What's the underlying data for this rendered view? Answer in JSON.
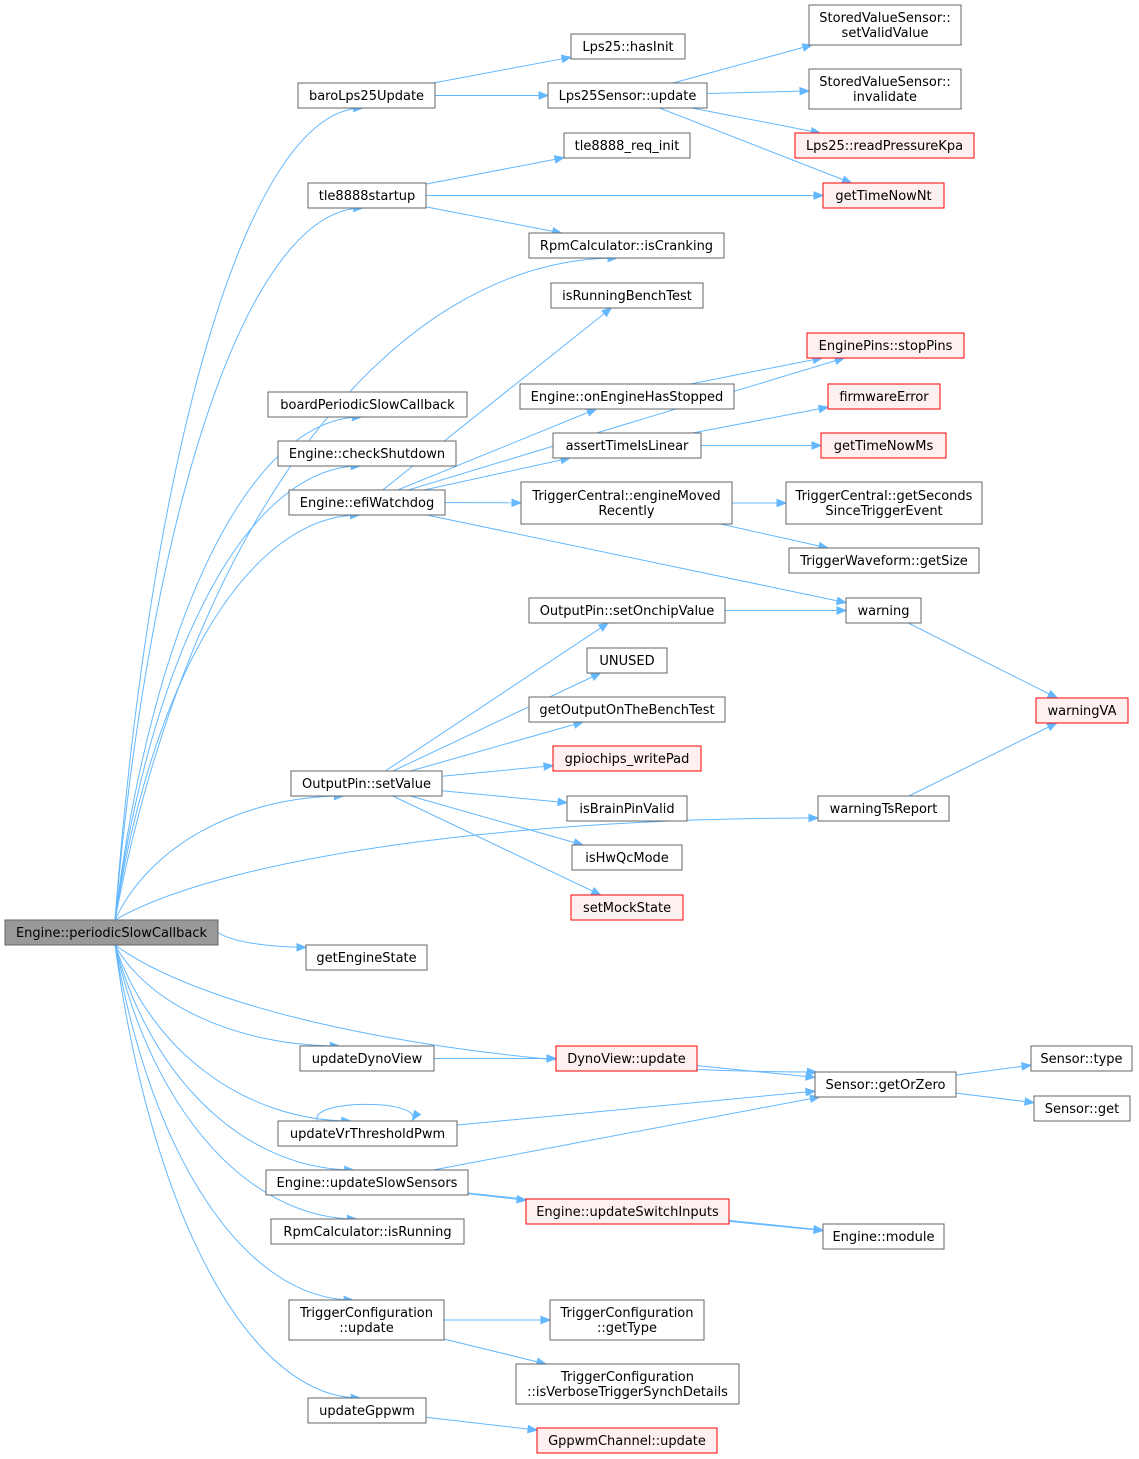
{
  "colors": {
    "edge": "#63b8ff",
    "node_border": "#666666",
    "node_fill": "#ffffff",
    "root_fill": "#999999",
    "undocumented_border": "#ff0000",
    "undocumented_fill": "#fff0f0"
  },
  "nodes": {
    "root": {
      "lines": [
        "Engine::periodicSlowCallback"
      ],
      "style": "root"
    },
    "baroLps25Update": {
      "lines": [
        "baroLps25Update"
      ],
      "style": "normal"
    },
    "lps25hasInit": {
      "lines": [
        "Lps25::hasInit"
      ],
      "style": "normal"
    },
    "lps25SensorUpdate": {
      "lines": [
        "Lps25Sensor::update"
      ],
      "style": "normal"
    },
    "storedSetValid": {
      "lines": [
        "StoredValueSensor::",
        "setValidValue"
      ],
      "style": "normal"
    },
    "storedInvalidate": {
      "lines": [
        "StoredValueSensor::",
        "invalidate"
      ],
      "style": "normal"
    },
    "lps25readPressure": {
      "lines": [
        "Lps25::readPressureKpa"
      ],
      "style": "red"
    },
    "tle8888startup": {
      "lines": [
        "tle8888startup"
      ],
      "style": "normal"
    },
    "tle8888reqInit": {
      "lines": [
        "tle8888_req_init"
      ],
      "style": "normal"
    },
    "getTimeNowNt": {
      "lines": [
        "getTimeNowNt"
      ],
      "style": "red"
    },
    "rpmIsCranking": {
      "lines": [
        "RpmCalculator::isCranking"
      ],
      "style": "normal"
    },
    "isRunningBenchTest": {
      "lines": [
        "isRunningBenchTest"
      ],
      "style": "normal"
    },
    "enginePinsStop": {
      "lines": [
        "EnginePins::stopPins"
      ],
      "style": "red"
    },
    "boardPeriodicSlow": {
      "lines": [
        "boardPeriodicSlowCallback"
      ],
      "style": "normal"
    },
    "onEngineHasStopped": {
      "lines": [
        "Engine::onEngineHasStopped"
      ],
      "style": "normal"
    },
    "firmwareError": {
      "lines": [
        "firmwareError"
      ],
      "style": "red"
    },
    "checkShutdown": {
      "lines": [
        "Engine::checkShutdown"
      ],
      "style": "normal"
    },
    "assertTimeIsLinear": {
      "lines": [
        "assertTimeIsLinear"
      ],
      "style": "normal"
    },
    "getTimeNowMs": {
      "lines": [
        "getTimeNowMs"
      ],
      "style": "red"
    },
    "efiWatchdog": {
      "lines": [
        "Engine::efiWatchdog"
      ],
      "style": "normal"
    },
    "engineMovedRecently": {
      "lines": [
        "TriggerCentral::engineMoved",
        "Recently"
      ],
      "style": "normal"
    },
    "getSecondsSince": {
      "lines": [
        "TriggerCentral::getSeconds",
        "SinceTriggerEvent"
      ],
      "style": "normal"
    },
    "waveformGetSize": {
      "lines": [
        "TriggerWaveform::getSize"
      ],
      "style": "normal"
    },
    "setOnchipValue": {
      "lines": [
        "OutputPin::setOnchipValue"
      ],
      "style": "normal"
    },
    "warning": {
      "lines": [
        "warning"
      ],
      "style": "normal"
    },
    "unused": {
      "lines": [
        "UNUSED"
      ],
      "style": "normal"
    },
    "getOutputOnBench": {
      "lines": [
        "getOutputOnTheBenchTest"
      ],
      "style": "normal"
    },
    "warningVA": {
      "lines": [
        "warningVA"
      ],
      "style": "red"
    },
    "gpiochipsWritePad": {
      "lines": [
        "gpiochips_writePad"
      ],
      "style": "red"
    },
    "setValue": {
      "lines": [
        "OutputPin::setValue"
      ],
      "style": "normal"
    },
    "isBrainPinValid": {
      "lines": [
        "isBrainPinValid"
      ],
      "style": "normal"
    },
    "warningTsReport": {
      "lines": [
        "warningTsReport"
      ],
      "style": "normal"
    },
    "isHwQcMode": {
      "lines": [
        "isHwQcMode"
      ],
      "style": "normal"
    },
    "setMockState": {
      "lines": [
        "setMockState"
      ],
      "style": "red"
    },
    "getEngineState": {
      "lines": [
        "getEngineState"
      ],
      "style": "normal"
    },
    "updateDynoView": {
      "lines": [
        "updateDynoView"
      ],
      "style": "normal"
    },
    "dynoViewUpdate": {
      "lines": [
        "DynoView::update"
      ],
      "style": "red"
    },
    "sensorType": {
      "lines": [
        "Sensor::type"
      ],
      "style": "normal"
    },
    "sensorGetOrZero": {
      "lines": [
        "Sensor::getOrZero"
      ],
      "style": "normal"
    },
    "updateVrThreshold": {
      "lines": [
        "updateVrThresholdPwm"
      ],
      "style": "normal"
    },
    "sensorGet": {
      "lines": [
        "Sensor::get"
      ],
      "style": "normal"
    },
    "updateSlowSensors": {
      "lines": [
        "Engine::updateSlowSensors"
      ],
      "style": "normal"
    },
    "updateSwitchInputs": {
      "lines": [
        "Engine::updateSwitchInputs"
      ],
      "style": "red"
    },
    "rpmIsRunning": {
      "lines": [
        "RpmCalculator::isRunning"
      ],
      "style": "normal"
    },
    "engineModule": {
      "lines": [
        "Engine::module"
      ],
      "style": "normal"
    },
    "triggerConfigUpdate": {
      "lines": [
        "TriggerConfiguration",
        "::update"
      ],
      "style": "normal"
    },
    "triggerConfigGetType": {
      "lines": [
        "TriggerConfiguration",
        "::getType"
      ],
      "style": "normal"
    },
    "triggerConfigVerbose": {
      "lines": [
        "TriggerConfiguration",
        "::isVerboseTriggerSynchDetails"
      ],
      "style": "normal"
    },
    "updateGppwm": {
      "lines": [
        "updateGppwm"
      ],
      "style": "normal"
    },
    "gppwmChannelUpdate": {
      "lines": [
        "GppwmChannel::update"
      ],
      "style": "red"
    }
  },
  "edges": [
    [
      "root",
      "baroLps25Update"
    ],
    [
      "root",
      "tle8888startup"
    ],
    [
      "root",
      "rpmIsCranking"
    ],
    [
      "root",
      "boardPeriodicSlow"
    ],
    [
      "root",
      "checkShutdown"
    ],
    [
      "root",
      "efiWatchdog"
    ],
    [
      "root",
      "setValue"
    ],
    [
      "root",
      "warningTsReport"
    ],
    [
      "root",
      "getEngineState"
    ],
    [
      "root",
      "sensorGetOrZero"
    ],
    [
      "root",
      "updateDynoView"
    ],
    [
      "root",
      "updateVrThreshold"
    ],
    [
      "root",
      "updateSlowSensors"
    ],
    [
      "root",
      "rpmIsRunning"
    ],
    [
      "root",
      "triggerConfigUpdate"
    ],
    [
      "root",
      "updateGppwm"
    ],
    [
      "baroLps25Update",
      "lps25hasInit"
    ],
    [
      "baroLps25Update",
      "lps25SensorUpdate"
    ],
    [
      "lps25SensorUpdate",
      "storedSetValid"
    ],
    [
      "lps25SensorUpdate",
      "storedInvalidate"
    ],
    [
      "lps25SensorUpdate",
      "lps25readPressure"
    ],
    [
      "lps25SensorUpdate",
      "getTimeNowNt"
    ],
    [
      "tle8888startup",
      "tle8888reqInit"
    ],
    [
      "tle8888startup",
      "getTimeNowNt"
    ],
    [
      "tle8888startup",
      "rpmIsCranking"
    ],
    [
      "efiWatchdog",
      "isRunningBenchTest"
    ],
    [
      "efiWatchdog",
      "enginePinsStop"
    ],
    [
      "efiWatchdog",
      "onEngineHasStopped"
    ],
    [
      "efiWatchdog",
      "assertTimeIsLinear"
    ],
    [
      "efiWatchdog",
      "engineMovedRecently"
    ],
    [
      "efiWatchdog",
      "warning"
    ],
    [
      "onEngineHasStopped",
      "enginePinsStop"
    ],
    [
      "assertTimeIsLinear",
      "firmwareError"
    ],
    [
      "assertTimeIsLinear",
      "getTimeNowMs"
    ],
    [
      "engineMovedRecently",
      "getSecondsSince"
    ],
    [
      "engineMovedRecently",
      "waveformGetSize"
    ],
    [
      "warning",
      "warningVA"
    ],
    [
      "setValue",
      "setOnchipValue"
    ],
    [
      "setValue",
      "unused"
    ],
    [
      "setValue",
      "getOutputOnBench"
    ],
    [
      "setValue",
      "gpiochipsWritePad"
    ],
    [
      "setValue",
      "isBrainPinValid"
    ],
    [
      "setValue",
      "isHwQcMode"
    ],
    [
      "setValue",
      "setMockState"
    ],
    [
      "setOnchipValue",
      "warning"
    ],
    [
      "warningTsReport",
      "warningVA"
    ],
    [
      "updateDynoView",
      "dynoViewUpdate"
    ],
    [
      "dynoViewUpdate",
      "sensorGetOrZero"
    ],
    [
      "updateVrThreshold",
      "updateVrThreshold"
    ],
    [
      "updateVrThreshold",
      "sensorGetOrZero"
    ],
    [
      "sensorGetOrZero",
      "sensorType"
    ],
    [
      "sensorGetOrZero",
      "sensorGet"
    ],
    [
      "updateSlowSensors",
      "sensorGetOrZero"
    ],
    [
      "updateSlowSensors",
      "updateSwitchInputs"
    ],
    [
      "updateSlowSensors",
      "engineModule"
    ],
    [
      "updateSwitchInputs",
      "engineModule"
    ],
    [
      "triggerConfigUpdate",
      "triggerConfigGetType"
    ],
    [
      "triggerConfigUpdate",
      "triggerConfigVerbose"
    ],
    [
      "updateGppwm",
      "gppwmChannelUpdate"
    ]
  ]
}
